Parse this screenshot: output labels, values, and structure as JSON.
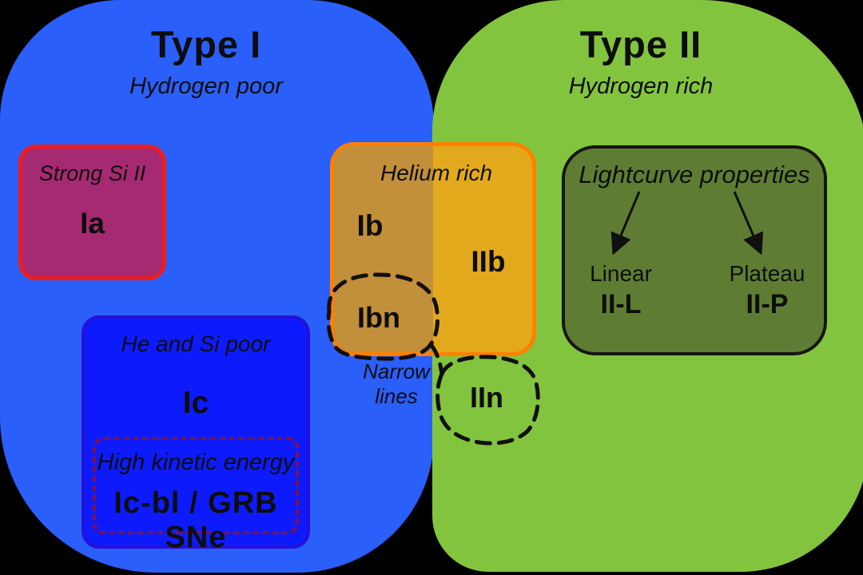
{
  "diagram": {
    "background": "#000000",
    "text_color": "#0d0d0d",
    "dash_color": "#101010"
  },
  "type1": {
    "title": "Type I",
    "subtitle": "Hydrogen poor",
    "color": "#2b5ffa",
    "ia_box": {
      "label": "Strong Si II",
      "code": "Ia",
      "fill": "#a62a72",
      "border": "#ee1c1c"
    },
    "ic_box": {
      "label": "He and Si poor",
      "code": "Ic",
      "fill": "#0d1bfc",
      "border": "#2411d6",
      "inner": {
        "label": "High kinetic energy",
        "code": "Ic-bl / GRB SNe",
        "border": "#7a1250"
      }
    }
  },
  "type2": {
    "title": "Type II",
    "subtitle": "Hydrogen rich",
    "color": "#83c43f",
    "lightcurve_box": {
      "title": "Lightcurve properties",
      "fill": "#5e7d33",
      "border": "#151515",
      "branches": [
        {
          "label": "Linear",
          "code": "II-L"
        },
        {
          "label": "Plateau",
          "code": "II-P"
        }
      ]
    }
  },
  "overlap": {
    "helium_box": {
      "label": "Helium rich",
      "left_code": "Ib",
      "right_code": "IIb",
      "border": "#ff8000",
      "fill_left": "#c28f3a",
      "fill_right": "#e3a91c"
    },
    "ibn": {
      "code": "Ibn"
    },
    "iin": {
      "code": "IIn"
    },
    "narrow_lines_label": "Narrow lines"
  }
}
